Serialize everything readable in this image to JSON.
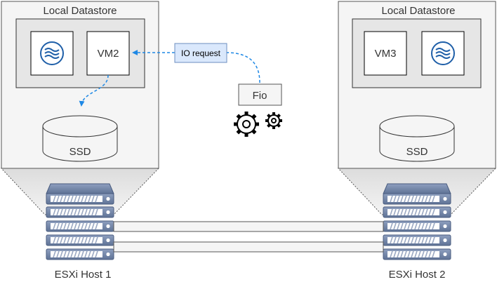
{
  "hosts": [
    {
      "datastore_label": "Local Datastore",
      "vm_label": "VM2",
      "disk_label": "SSD",
      "host_label": "ESXi Host 1"
    },
    {
      "datastore_label": "Local Datastore",
      "vm_label": "VM3",
      "disk_label": "SSD",
      "host_label": "ESXi Host 2"
    }
  ],
  "tool": {
    "label": "Fio"
  },
  "io": {
    "label": "IO request"
  },
  "colors": {
    "arrow": "#1e88e5",
    "io_fill": "#dae8fc",
    "io_stroke": "#6c8ebf",
    "rack": "#6b7fa3"
  }
}
